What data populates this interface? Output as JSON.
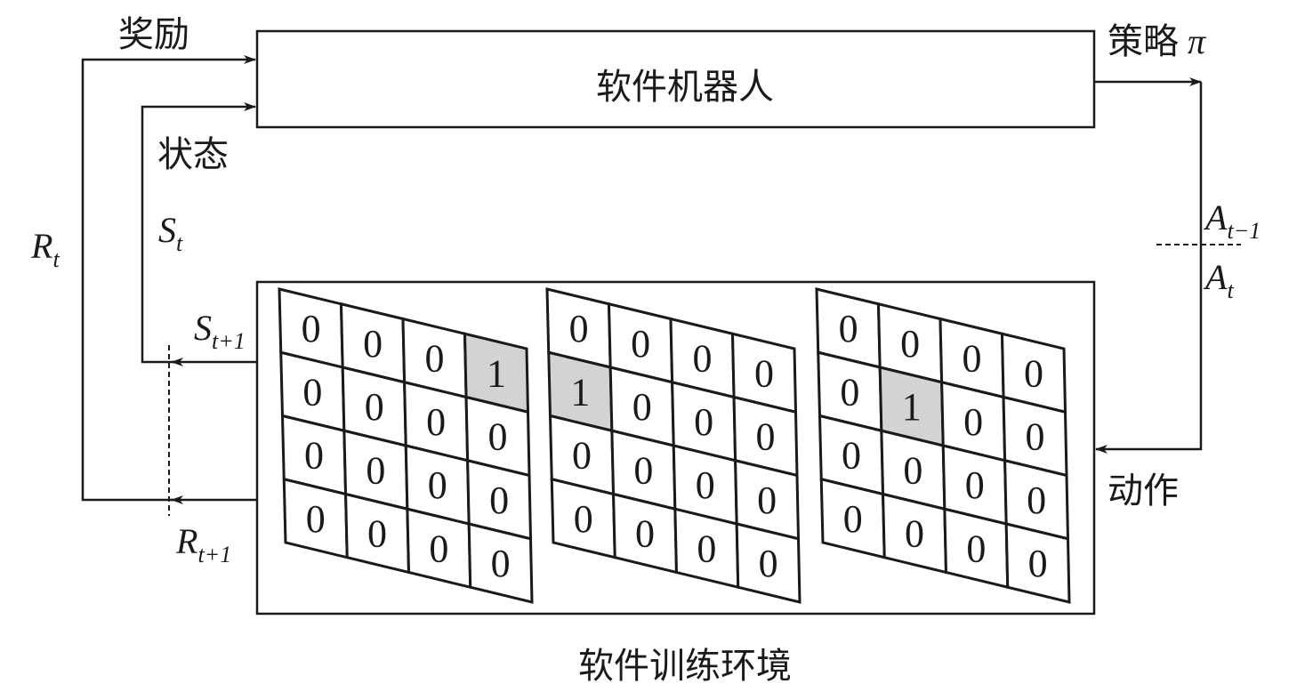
{
  "labels": {
    "reward": "奖励",
    "agent": "软件机器人",
    "policy": "策略",
    "policy_symbol": "π",
    "state": "状态",
    "r_t": "R",
    "r_t_sub": "t",
    "s_t": "S",
    "s_t_sub": "t",
    "a_prev": "A",
    "a_prev_sub": "t−1",
    "a_t": "A",
    "a_t_sub": "t",
    "s_next": "S",
    "s_next_sub": "t+1",
    "r_next": "R",
    "r_next_sub": "t+1",
    "action": "动作",
    "environment": "软件训练环境"
  },
  "grids": [
    [
      [
        0,
        0,
        0,
        1
      ],
      [
        0,
        0,
        0,
        0
      ],
      [
        0,
        0,
        0,
        0
      ],
      [
        0,
        0,
        0,
        0
      ]
    ],
    [
      [
        0,
        0,
        0,
        0
      ],
      [
        1,
        0,
        0,
        0
      ],
      [
        0,
        0,
        0,
        0
      ],
      [
        0,
        0,
        0,
        0
      ]
    ],
    [
      [
        0,
        0,
        0,
        0
      ],
      [
        0,
        1,
        0,
        0
      ],
      [
        0,
        0,
        0,
        0
      ],
      [
        0,
        0,
        0,
        0
      ]
    ]
  ],
  "colors": {
    "highlight": "#d3d3d3",
    "line": "#1a1a1a"
  }
}
